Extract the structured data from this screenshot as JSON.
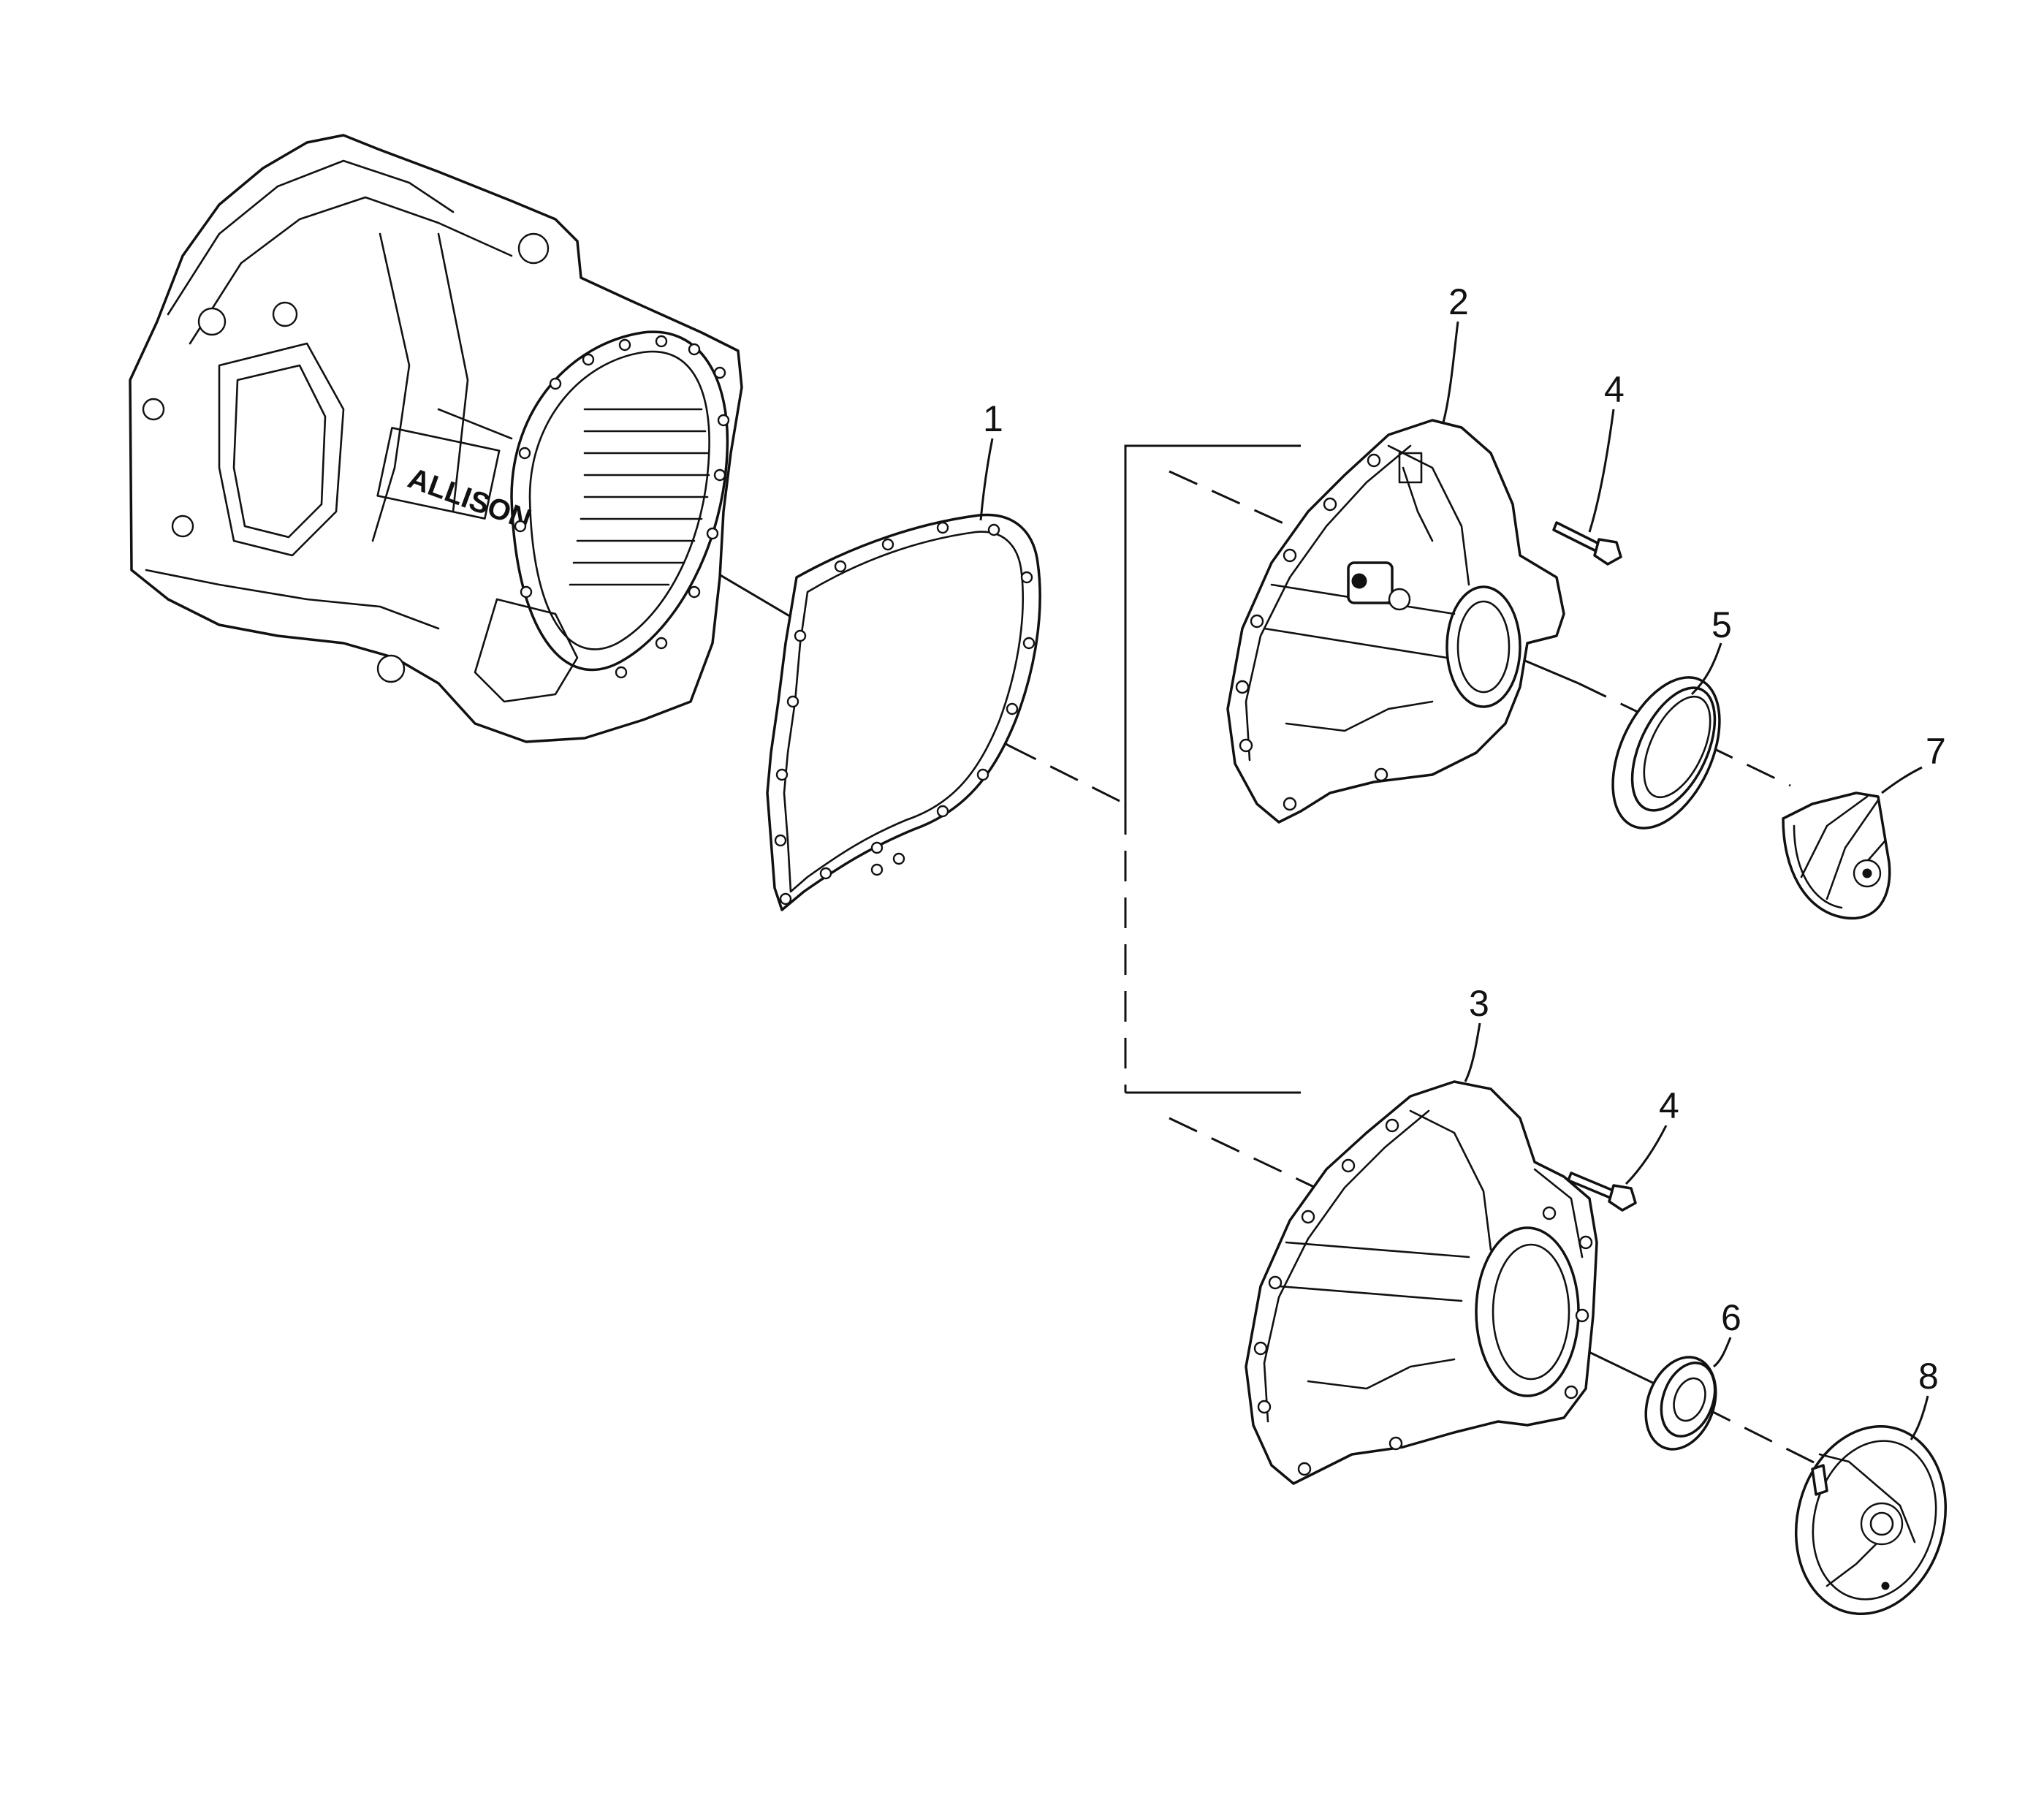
{
  "callouts": {
    "c1": "1",
    "c2": "2",
    "c3": "3",
    "c4a": "4",
    "c4b": "4",
    "c5": "5",
    "c6": "6",
    "c7": "7",
    "c8": "8"
  },
  "casting_text": "ALLISON"
}
